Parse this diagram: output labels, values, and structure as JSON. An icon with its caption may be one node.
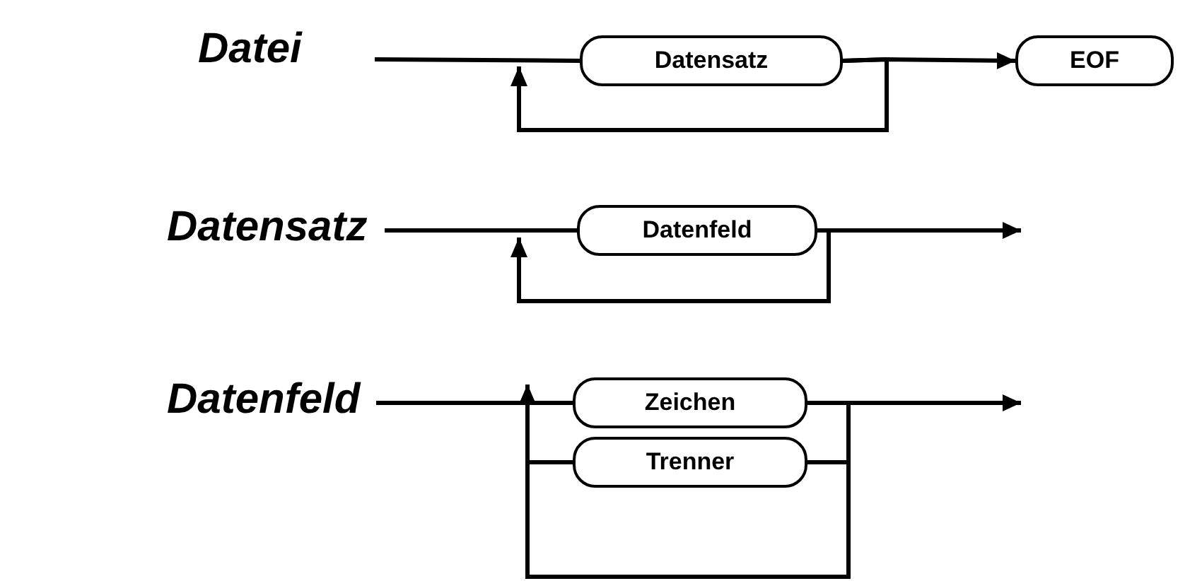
{
  "diagram": {
    "nodes": [
      {
        "text": [
          "Datensatz"
        ]
      },
      {
        "text": [
          "EOF"
        ]
      },
      {
        "text": [
          "Datenfeld"
        ]
      },
      {
        "text": [
          "Zeichen"
        ]
      },
      {
        "text": [
          "Trenner"
        ]
      }
    ],
    "edges": [
      {
        "from": null,
        "to": 0,
        "arrow": "none"
      },
      {
        "from": 0,
        "to": 1,
        "arrow": "to"
      },
      {
        "from": 0,
        "to": null,
        "arrow": "to"
      },
      {
        "from": null,
        "to": 2,
        "arrow": "none"
      },
      {
        "from": 2,
        "to": null,
        "arrow": "to"
      },
      {
        "from": 2,
        "to": null,
        "arrow": "to"
      },
      {
        "from": null,
        "to": 3,
        "arrow": "none"
      },
      {
        "from": 3,
        "to": null,
        "arrow": "to"
      },
      {
        "from": 3,
        "to": null,
        "arrow": "to"
      },
      {
        "from": 3,
        "to": 4,
        "arrow": "none"
      },
      {
        "from": 4,
        "to": null,
        "arrow": "to"
      }
    ],
    "labels": [
      "Datei",
      "Datensatz",
      "Datenfeld"
    ]
  }
}
